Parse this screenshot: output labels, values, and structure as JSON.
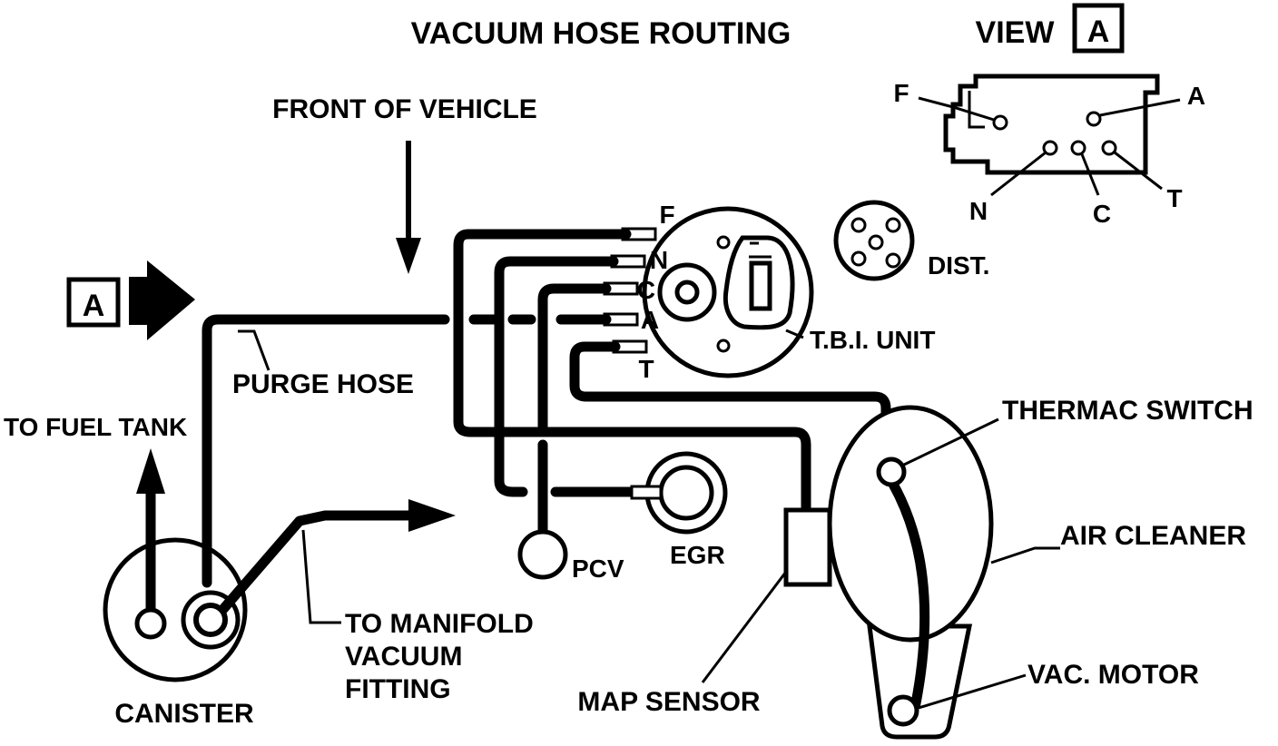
{
  "title": "VACUUM HOSE ROUTING",
  "view": {
    "label": "VIEW",
    "marker": "A"
  },
  "view_ports": {
    "f": "F",
    "a": "A",
    "n": "N",
    "c": "C",
    "t": "T"
  },
  "tbi_ports": {
    "f": "F",
    "n": "N",
    "c": "C",
    "a": "A",
    "t": "T"
  },
  "labels": {
    "front_of_vehicle": "FRONT OF VEHICLE",
    "view_arrow_marker": "A",
    "purge_hose": "PURGE HOSE",
    "to_fuel_tank": "TO FUEL TANK",
    "canister": "CANISTER",
    "to_manifold_line1": "TO MANIFOLD",
    "to_manifold_line2": "VACUUM",
    "to_manifold_line3": "FITTING",
    "pcv": "PCV",
    "egr": "EGR",
    "map_sensor": "MAP SENSOR",
    "tbi_unit": "T.B.I. UNIT",
    "dist": "DIST.",
    "thermac_switch": "THERMAC SWITCH",
    "air_cleaner": "AIR CLEANER",
    "vac_motor": "VAC. MOTOR"
  },
  "colors": {
    "ink": "#000000",
    "paper": "#ffffff"
  }
}
